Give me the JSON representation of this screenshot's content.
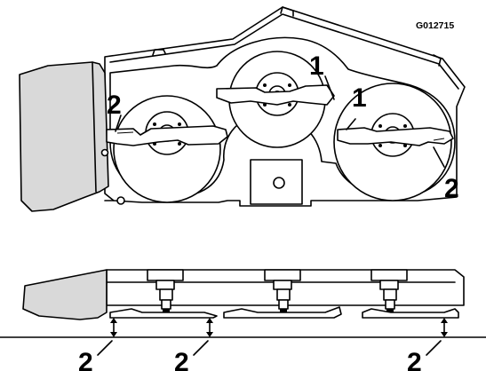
{
  "figure_code": "G012715",
  "callouts": {
    "top_blade_center": "1",
    "top_blade_right": "1",
    "top_blade_left": "2",
    "top_blade_right_tip": "2",
    "side_left": "2",
    "side_center": "2",
    "side_right": "2"
  }
}
